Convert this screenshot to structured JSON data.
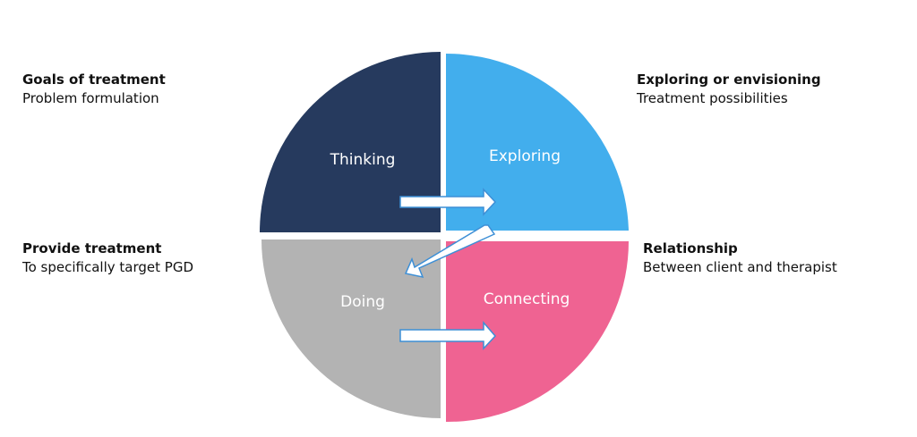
{
  "quadrants": {
    "thinking": {
      "label": "Thinking",
      "color": "#263a5e"
    },
    "exploring": {
      "label": "Exploring",
      "color": "#42aeed"
    },
    "doing": {
      "label": "Doing",
      "color": "#b3b3b3"
    },
    "connecting": {
      "label": "Connecting",
      "color": "#ef6392"
    }
  },
  "annotations": {
    "goals": {
      "heading": "Goals of treatment",
      "sub": "Problem formulation"
    },
    "exploring": {
      "heading": "Exploring or envisioning",
      "sub": "Treatment possibilities"
    },
    "provide": {
      "heading": "Provide treatment",
      "sub": "To specifically target PGD"
    },
    "relationship": {
      "heading": "Relationship",
      "sub": "Between client and therapist"
    }
  },
  "arrow_color": "#ffffff",
  "arrow_stroke": "#3d8fd6"
}
